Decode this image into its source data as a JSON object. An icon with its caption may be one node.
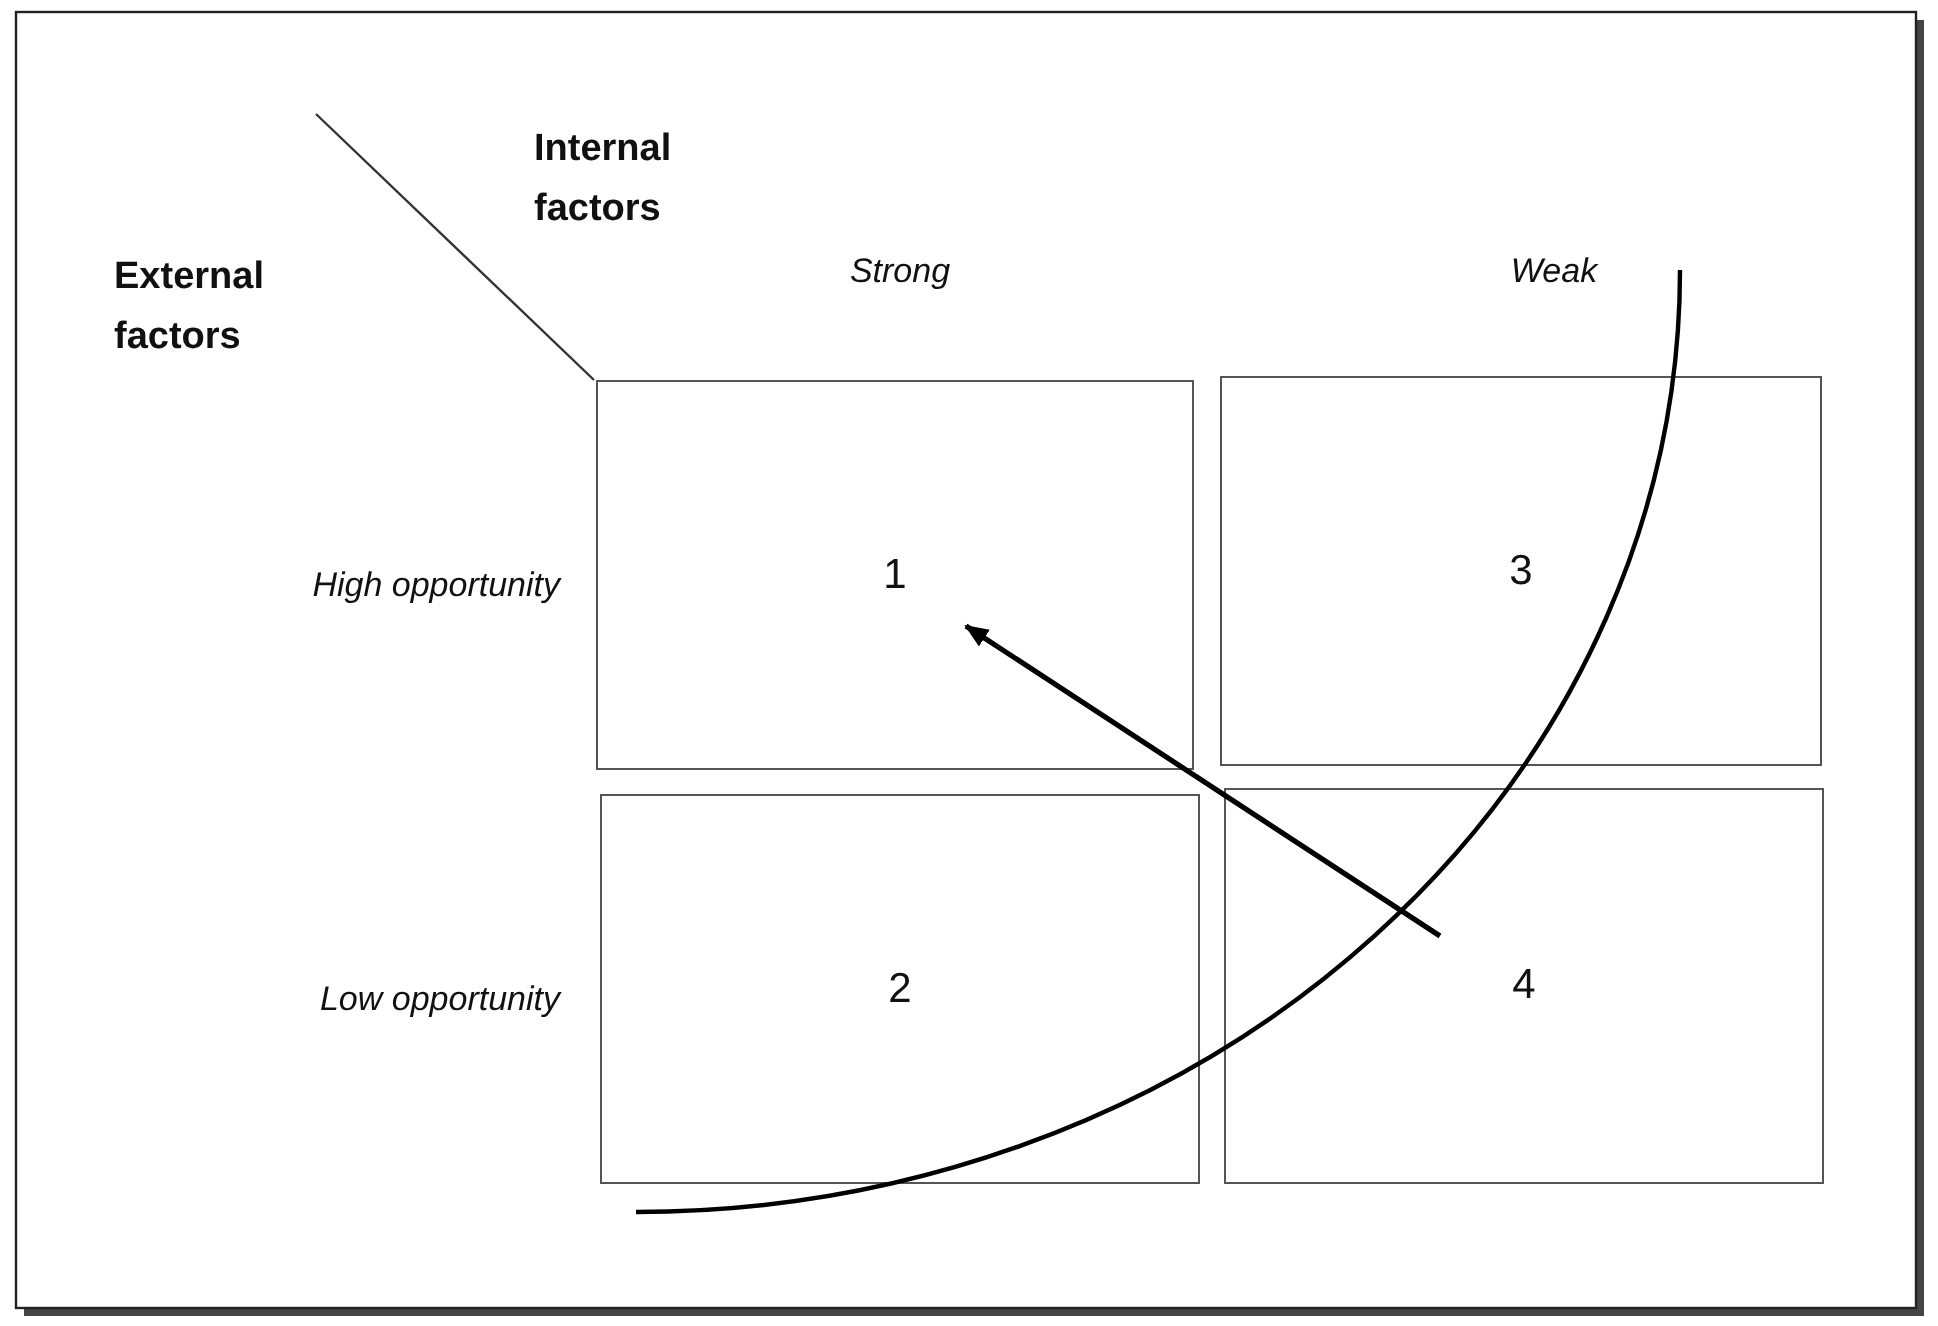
{
  "diagram": {
    "nodes": [
      {
        "text": [
          "1"
        ]
      },
      {
        "text": [
          "3"
        ]
      },
      {
        "text": [
          "2"
        ]
      },
      {
        "text": [
          "4"
        ]
      }
    ],
    "edges": [
      {
        "from": 3,
        "to": 0,
        "arrow": "to"
      }
    ],
    "labels": [
      "Internal factors",
      "External factors",
      "Strong",
      "Weak",
      "High opportunity",
      "Low opportunity"
    ]
  }
}
